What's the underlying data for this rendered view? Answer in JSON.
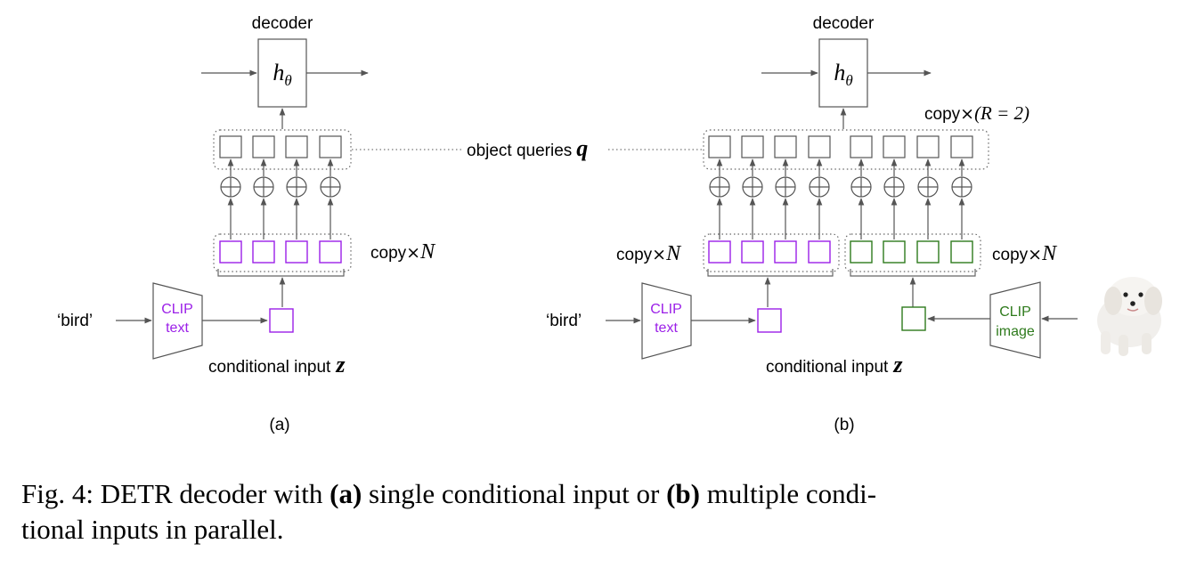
{
  "panel_a": {
    "decoder_label": "decoder",
    "decoder_symbol": "h",
    "decoder_subscript": "θ",
    "copy_label": "copy",
    "copy_factor": "N",
    "input_word": "‘bird’",
    "encoder_line1": "CLIP",
    "encoder_line2": "text",
    "conditional_label": "conditional input",
    "conditional_symbol": "z",
    "panel_label": "(a)"
  },
  "shared": {
    "object_queries_label": "object queries",
    "object_queries_symbol": "q"
  },
  "panel_b": {
    "decoder_label": "decoder",
    "decoder_symbol": "h",
    "decoder_subscript": "θ",
    "copy_r_label": "copy",
    "copy_r_factor": "(R = 2)",
    "copy_left_label": "copy",
    "copy_left_factor": "N",
    "copy_right_label": "copy",
    "copy_right_factor": "N",
    "input_word": "‘bird’",
    "text_encoder_line1": "CLIP",
    "text_encoder_line2": "text",
    "image_encoder_line1": "CLIP",
    "image_encoder_line2": "image",
    "conditional_label": "conditional input",
    "conditional_symbol": "z",
    "panel_label": "(b)"
  },
  "caption": {
    "prefix": "Fig. 4: DETR decoder with ",
    "a_tag": "(a)",
    "middle": " single conditional input or ",
    "b_tag": "(b)",
    "suffix": " multiple condi-",
    "line2": "tional inputs in parallel."
  },
  "colors": {
    "text_branch": "#9b1fe8",
    "image_branch": "#2e7a1c",
    "line": "#555555"
  },
  "icons": [
    "plus-circle-icon",
    "dog-photo"
  ]
}
